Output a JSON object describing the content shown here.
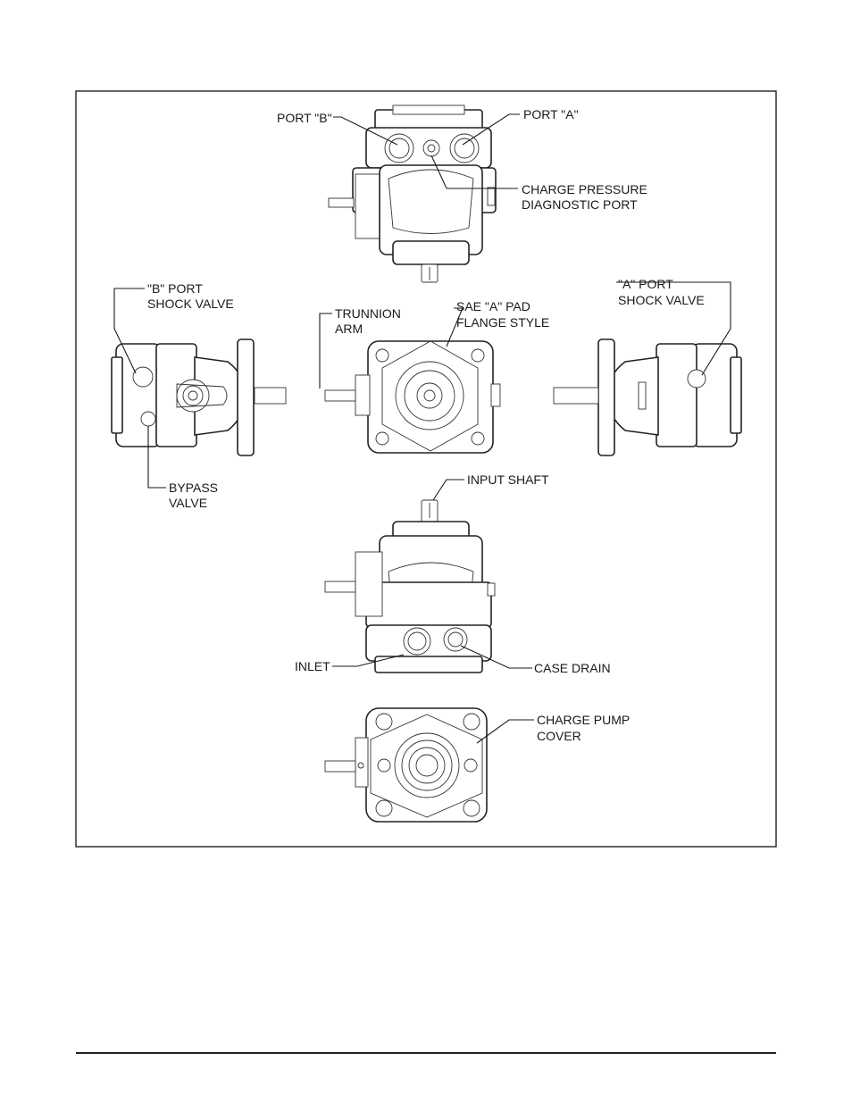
{
  "labels": {
    "port_b": "PORT \"B\"",
    "port_a": "PORT \"A\"",
    "charge_pressure_l1": "CHARGE PRESSURE",
    "charge_pressure_l2": "DIAGNOSTIC PORT",
    "b_shock_l1": "\"B\" PORT",
    "b_shock_l2": "SHOCK VALVE",
    "a_shock_l1": "\"A\" PORT",
    "a_shock_l2": "SHOCK VALVE",
    "trunnion_l1": "TRUNNION",
    "trunnion_l2": "ARM",
    "sae_l1": "SAE \"A\" PAD",
    "sae_l2": "FLANGE STYLE",
    "bypass_l1": "BYPASS",
    "bypass_l2": "VALVE",
    "input_shaft": "INPUT SHAFT",
    "inlet": "INLET",
    "case_drain": "CASE DRAIN",
    "charge_pump_l1": "CHARGE PUMP",
    "charge_pump_l2": "COVER"
  },
  "views": [
    "top-view",
    "left-side-view",
    "front-view",
    "right-side-view",
    "bottom-view",
    "rear-view"
  ]
}
